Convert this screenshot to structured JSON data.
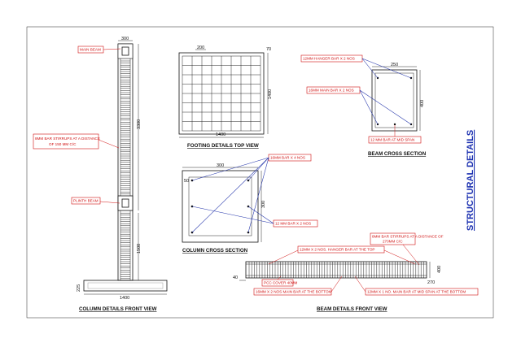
{
  "sheet_title": "STRUCTURAL DETAILS",
  "views": {
    "column_front": {
      "caption": "COLUMN DETAILS FRONT VIEW",
      "dims": {
        "top_width": "300",
        "column_height": "3300",
        "lower_height": "1500",
        "footing_depth": "225",
        "footing_width": "1400"
      },
      "notes": {
        "main_beam": "MAIN BEAM",
        "stirrups": [
          "8MM BAR STIRRUPS AT A DISTANCE",
          "OF 150 MM C/C"
        ],
        "plinth_beam": "PLINTH BEAM"
      }
    },
    "footing_top": {
      "caption": "FOOTING DETAILS TOP VIEW",
      "dims": {
        "grid_spacing": "200",
        "edge_cover": "70",
        "side_length": "1400",
        "width": "1400"
      }
    },
    "beam_section": {
      "caption": "BEAM CROSS SECTION",
      "dims": {
        "width": "250",
        "depth": "400"
      },
      "notes": {
        "hanger": "12MM HANGER BAR X 2 NOS",
        "main": "16MM MAIN BAR X 2 NOS",
        "mid_span": "12 MM BAR AT MID SPAN"
      }
    },
    "column_section": {
      "caption": "COLUMN CROSS SECTION",
      "dims": {
        "width": "300",
        "depth": "300",
        "cover": "50"
      },
      "notes": {
        "main": "16MM BAR X 4 NOS",
        "extra": "12 MM BAR X 2 NOS"
      }
    },
    "beam_front": {
      "caption": "BEAM DETAILS FRONT VIEW",
      "dims": {
        "left": "40",
        "right_top": "400",
        "right_bottom": "270"
      },
      "notes": {
        "stirrups": [
          "8MM BAR STIRRUPS AT A DISTANCE OF",
          "270MM C/C"
        ],
        "hanger": "12MM X 2 NOS. HANGER BAR AT THE TOP",
        "pcc": "PCC COVER 40MM",
        "main_bottom": "16MM X 2 NOS MAIN BAR AT THE BOTTOM",
        "mid_span": "12MM X 1 NO. MAIN BAR AT MID SPAN AT THE BOTTOM"
      }
    }
  }
}
